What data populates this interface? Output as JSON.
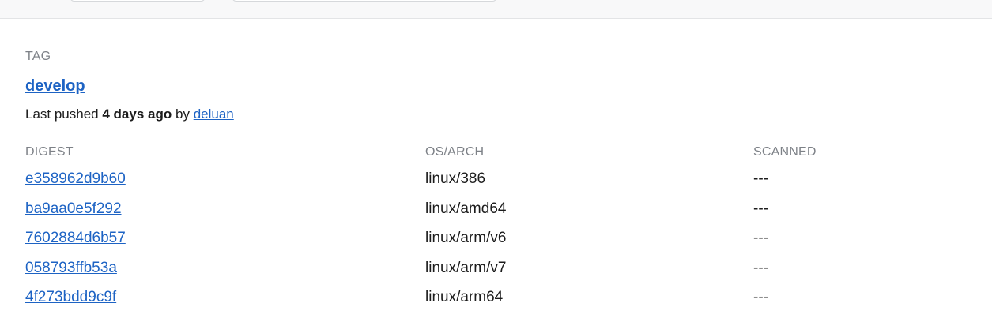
{
  "tag": {
    "caption": "TAG",
    "name": "develop",
    "pushed_prefix": "Last pushed",
    "pushed_when": "4 days ago",
    "pushed_by_word": "by",
    "pushed_by_user": "deluan"
  },
  "table": {
    "headers": {
      "digest": "DIGEST",
      "os_arch": "OS/ARCH",
      "scanned": "SCANNED"
    },
    "rows": [
      {
        "digest": "e358962d9b60",
        "os_arch": "linux/386",
        "scanned": "---"
      },
      {
        "digest": "ba9aa0e5f292",
        "os_arch": "linux/amd64",
        "scanned": "---"
      },
      {
        "digest": "7602884d6b57",
        "os_arch": "linux/arm/v6",
        "scanned": "---"
      },
      {
        "digest": "058793ffb53a",
        "os_arch": "linux/arm/v7",
        "scanned": "---"
      },
      {
        "digest": "4f273bdd9c9f",
        "os_arch": "linux/arm64",
        "scanned": "---"
      }
    ]
  },
  "colors": {
    "link": "#1d63c4",
    "caption": "#7d8187",
    "text": "#1c1c1c"
  }
}
